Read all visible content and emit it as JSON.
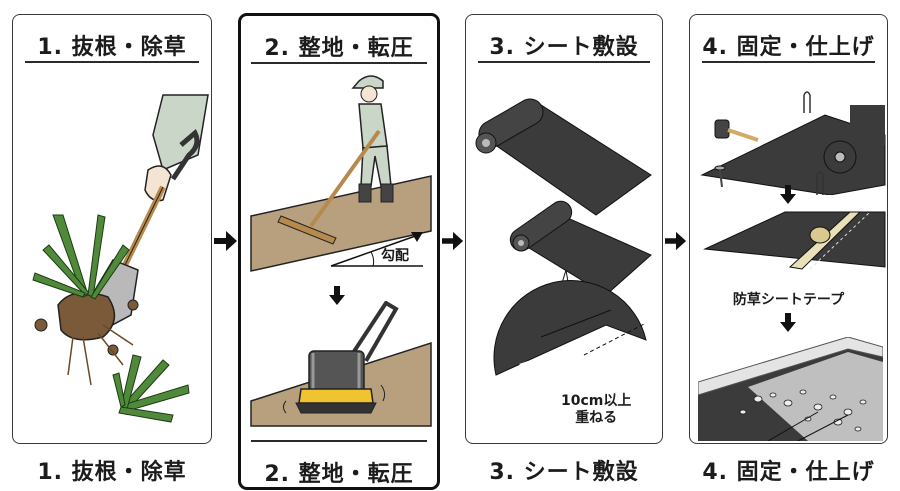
{
  "steps": [
    {
      "title": "1. 抜根・除草",
      "caption": "1. 抜根・除草"
    },
    {
      "title": "2. 整地・転圧",
      "caption": "2. 整地・転圧",
      "annotation": "勾配"
    },
    {
      "title": "3. シート敷設",
      "caption": "3. シート敷設",
      "annotation_line1": "10cm以上",
      "annotation_line2": "重ねる"
    },
    {
      "title": "4. 固定・仕上げ",
      "caption": "4. 固定・仕上げ",
      "annotation": "防草シートテープ"
    }
  ],
  "colors": {
    "soil": "#b8a07e",
    "sheet": "#3b3b3b",
    "plant": "#4f8a3a",
    "work_clothes": "#c9d6c8",
    "compactor": "#f0c431",
    "tape": "#e9dfb8"
  }
}
